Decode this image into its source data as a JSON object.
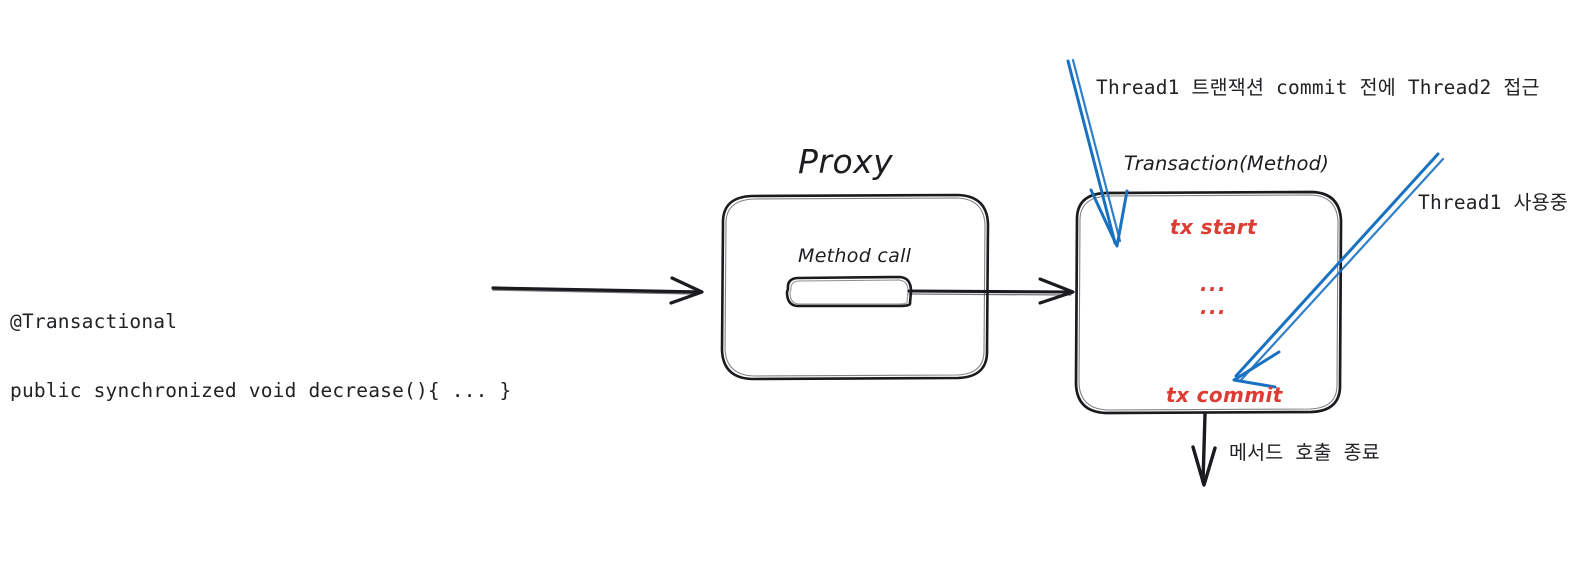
{
  "diagram": {
    "title_proxy": "Proxy",
    "title_transaction": "Transaction(Method)",
    "method_call_label": "Method call",
    "code": {
      "line1": "@Transactional",
      "line2": "public synchronized void decrease(){ ... }"
    },
    "transaction_body": {
      "tx_start": "tx start",
      "dots_1": "...",
      "dots_2": "...",
      "tx_commit": "tx commit"
    },
    "annotations": {
      "top_blue": "Thread1 트랜잭션 commit 전에 Thread2 접근",
      "right_blue": "Thread1 사용중",
      "bottom_black": "메서드 호출 종료"
    },
    "colors": {
      "ink": "#1b1b1f",
      "red": "#de3b33",
      "blue": "#1971c2",
      "background": "#ffffff"
    }
  }
}
